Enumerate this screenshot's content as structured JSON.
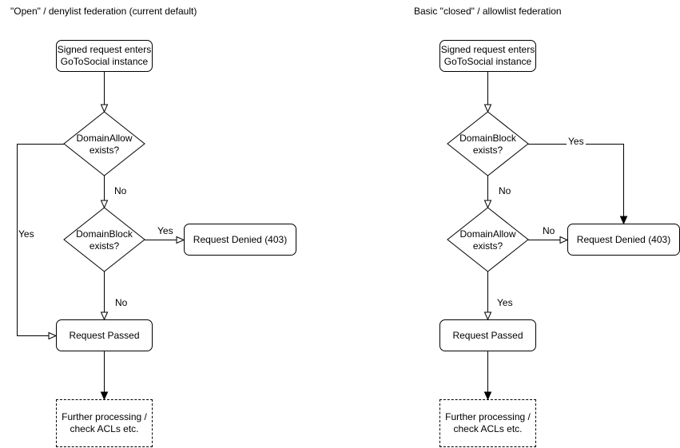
{
  "colors": {
    "stroke": "#000000",
    "text": "#000000",
    "canvas": "#ffffff"
  },
  "left": {
    "title": "\"Open\" / denylist federation (current default)",
    "nodes": {
      "start": "Signed request enters\nGoToSocial instance",
      "domain_allow": "DomainAllow\nexists?",
      "domain_block": "DomainBlock\nexists?",
      "denied": "Request Denied (403)",
      "passed": "Request Passed",
      "further": "Further processing /\ncheck ACLs etc."
    },
    "edge_labels": {
      "allow_no": "No",
      "allow_yes": "Yes",
      "block_yes": "Yes",
      "block_no": "No"
    }
  },
  "right": {
    "title": "Basic \"closed\" / allowlist federation",
    "nodes": {
      "start": "Signed request enters\nGoToSocial instance",
      "domain_block": "DomainBlock\nexists?",
      "domain_allow": "DomainAllow\nexists?",
      "denied": "Request Denied (403)",
      "passed": "Request Passed",
      "further": "Further processing /\ncheck ACLs etc."
    },
    "edge_labels": {
      "block_yes": "Yes",
      "block_no": "No",
      "allow_no": "No",
      "allow_yes": "Yes"
    }
  }
}
